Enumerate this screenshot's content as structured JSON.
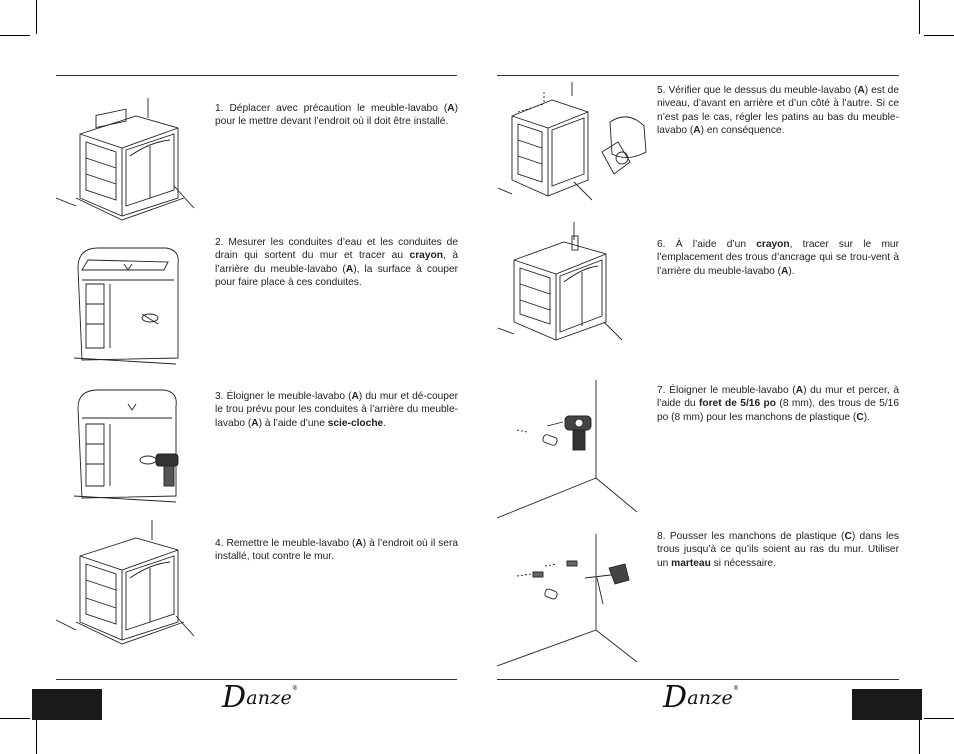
{
  "brand": {
    "initial": "D",
    "rest": "anze",
    "mark": "®"
  },
  "steps": [
    {
      "id": 1,
      "parts": [
        {
          "t": "1. Déplacer avec précaution le meuble-lavabo ("
        },
        {
          "t": "A",
          "b": true
        },
        {
          "t": ") pour le mettre devant l’endroit où il doit être installé."
        }
      ]
    },
    {
      "id": 2,
      "parts": [
        {
          "t": "2. Mesurer les conduites d’eau et les conduites de drain qui sortent du mur et tracer au "
        },
        {
          "t": "crayon",
          "b": true
        },
        {
          "t": ", à l’arrière du meuble-lavabo ("
        },
        {
          "t": "A",
          "b": true
        },
        {
          "t": "), la surface à couper pour faire place à ces conduites."
        }
      ]
    },
    {
      "id": 3,
      "parts": [
        {
          "t": "3. Éloigner le meuble-lavabo ("
        },
        {
          "t": "A",
          "b": true
        },
        {
          "t": ") du mur et dé-couper le trou prévu pour les conduites à l’arrière du meuble-lavabo ("
        },
        {
          "t": "A",
          "b": true
        },
        {
          "t": ") à l’aide d’une "
        },
        {
          "t": "scie-cloche",
          "b": true
        },
        {
          "t": "."
        }
      ]
    },
    {
      "id": 4,
      "parts": [
        {
          "t": "4. Remettre le meuble-lavabo ("
        },
        {
          "t": "A",
          "b": true
        },
        {
          "t": ") à l’endroit où il sera installé, tout contre le mur."
        }
      ]
    },
    {
      "id": 5,
      "parts": [
        {
          "t": "5. Vérifier que le dessus du meuble-lavabo ("
        },
        {
          "t": "A",
          "b": true
        },
        {
          "t": ") est de niveau, d’avant en arrière et d’un côté à l’autre. Si ce n’est pas le cas, régler les patins au bas du meuble-lavabo ("
        },
        {
          "t": "A",
          "b": true
        },
        {
          "t": ") en conséquence."
        }
      ]
    },
    {
      "id": 6,
      "parts": [
        {
          "t": "6. À l’aide d’un "
        },
        {
          "t": "crayon",
          "b": true
        },
        {
          "t": ", tracer sur le mur l’emplacement des trous d’ancrage qui se trou-vent à l’arrière du meuble-lavabo ("
        },
        {
          "t": "A",
          "b": true
        },
        {
          "t": ")."
        }
      ]
    },
    {
      "id": 7,
      "parts": [
        {
          "t": "7. Éloigner le meuble-lavabo ("
        },
        {
          "t": "A",
          "b": true
        },
        {
          "t": ") du mur et percer, à l’aide du "
        },
        {
          "t": "foret de 5/16 po",
          "b": true
        },
        {
          "t": " (8 mm), des trous de 5/16 po (8 mm) pour les manchons de plastique ("
        },
        {
          "t": "C",
          "b": true
        },
        {
          "t": ")."
        }
      ]
    },
    {
      "id": 8,
      "parts": [
        {
          "t": "8. Pousser les manchons de plastique ("
        },
        {
          "t": "C",
          "b": true
        },
        {
          "t": ") dans les trous jusqu’à ce qu’ils soient au ras du mur. Utiliser un "
        },
        {
          "t": "marteau",
          "b": true
        },
        {
          "t": " si nécessaire."
        }
      ]
    }
  ]
}
